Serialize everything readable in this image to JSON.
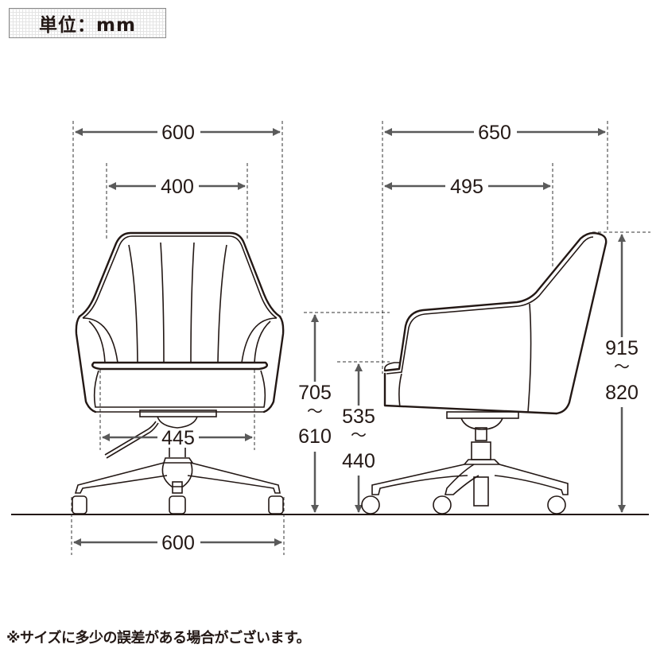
{
  "unit_label": "単位：mm",
  "front_view": {
    "overall_width": "600",
    "back_width": "400",
    "seat_width": "445",
    "base_width": "600",
    "armrest_height_max": "705",
    "armrest_height_min": "610",
    "range_symbol": "～"
  },
  "side_view": {
    "overall_depth": "650",
    "seat_depth": "495",
    "seat_height_max": "535",
    "seat_height_min": "440",
    "total_height_max": "915",
    "total_height_min": "820",
    "range_symbol": "～"
  },
  "footnote": "※サイズに多少の誤差がある場合がございます。"
}
